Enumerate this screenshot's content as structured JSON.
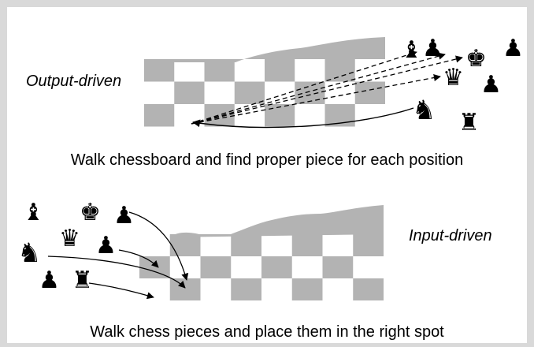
{
  "top": {
    "label": "Output-driven",
    "caption": "Walk chessboard and find proper piece for each position"
  },
  "bottom": {
    "label": "Input-driven",
    "caption": "Walk chess pieces and place them in the right spot"
  },
  "colors": {
    "background": "#d9d9d9",
    "panel": "#ffffff",
    "dark_square": "#b3b3b3",
    "ink": "#000000"
  },
  "pieces": {
    "bishop": "♝",
    "pawn": "♟",
    "king": "♚",
    "queen": "♛",
    "knight": "♞",
    "rook": "♜"
  }
}
